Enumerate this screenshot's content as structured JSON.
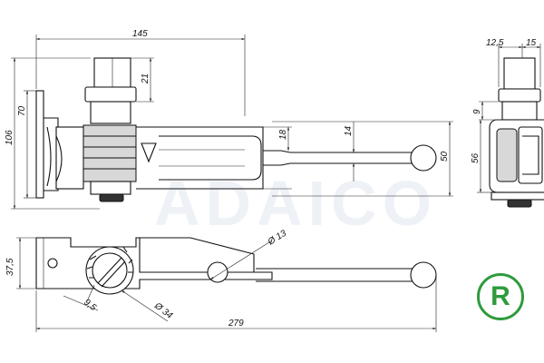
{
  "watermark": "ADAICO",
  "badge": {
    "letter": "R",
    "color": "#2e9b3c"
  },
  "dimensions": {
    "top_width": "145",
    "top_height_outer": "106",
    "top_height_inner": "70",
    "bolt_height": "21",
    "slot_width": "18",
    "rod_width": "14",
    "side_width_a": "12,5",
    "side_width_b": "15",
    "side_offset": "9",
    "side_height_a": "56",
    "side_height_b": "50",
    "bottom_height": "37,5",
    "hole_diameter": "Ø 13",
    "nut_width": "9,5",
    "disc_diameter": "Ø 34",
    "overall_length": "279"
  }
}
